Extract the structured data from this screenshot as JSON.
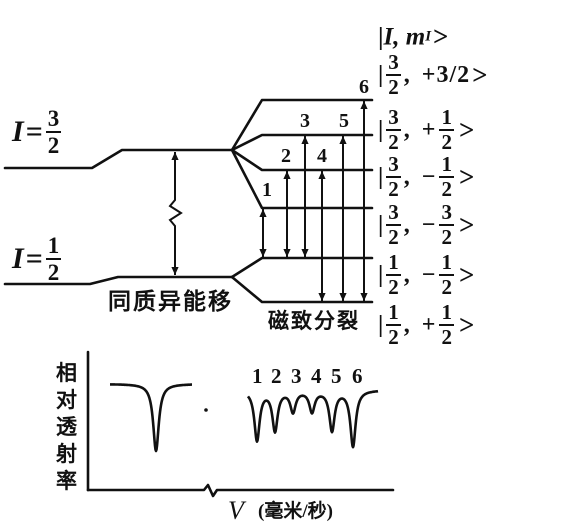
{
  "notation": {
    "open": "|",
    "sep": ",",
    "close": ">"
  },
  "header": {
    "text": "I, m",
    "sub": "I"
  },
  "levels": {
    "upper": {
      "symbol": "I",
      "eq": "=",
      "num": "3",
      "den": "2"
    },
    "lower": {
      "symbol": "I",
      "eq": "=",
      "num": "1",
      "den": "2"
    }
  },
  "states": [
    {
      "I_num": "3",
      "I_den": "2",
      "m_text": "+3/2"
    },
    {
      "I_num": "3",
      "I_den": "2",
      "sign": "+",
      "m_num": "1",
      "m_den": "2"
    },
    {
      "I_num": "3",
      "I_den": "2",
      "sign": "−",
      "m_num": "1",
      "m_den": "2"
    },
    {
      "I_num": "3",
      "I_den": "2",
      "sign": "−",
      "m_num": "3",
      "m_den": "2"
    },
    {
      "I_num": "1",
      "I_den": "2",
      "sign": "−",
      "m_num": "1",
      "m_den": "2"
    },
    {
      "I_num": "1",
      "I_den": "2",
      "sign": "+",
      "m_num": "1",
      "m_den": "2"
    }
  ],
  "transitions": [
    "1",
    "2",
    "3",
    "4",
    "5",
    "6"
  ],
  "annotations": {
    "isomer_shift": "同质异能移",
    "magnetic_splitting": "磁致分裂"
  },
  "spectrum": {
    "ylabel": [
      "相",
      "对",
      "透",
      "射",
      "率"
    ],
    "xlabel_var": "V",
    "xlabel_unit": "(毫米/秒)",
    "peak_labels": [
      "1",
      "2",
      "3",
      "4",
      "5",
      "6"
    ]
  }
}
